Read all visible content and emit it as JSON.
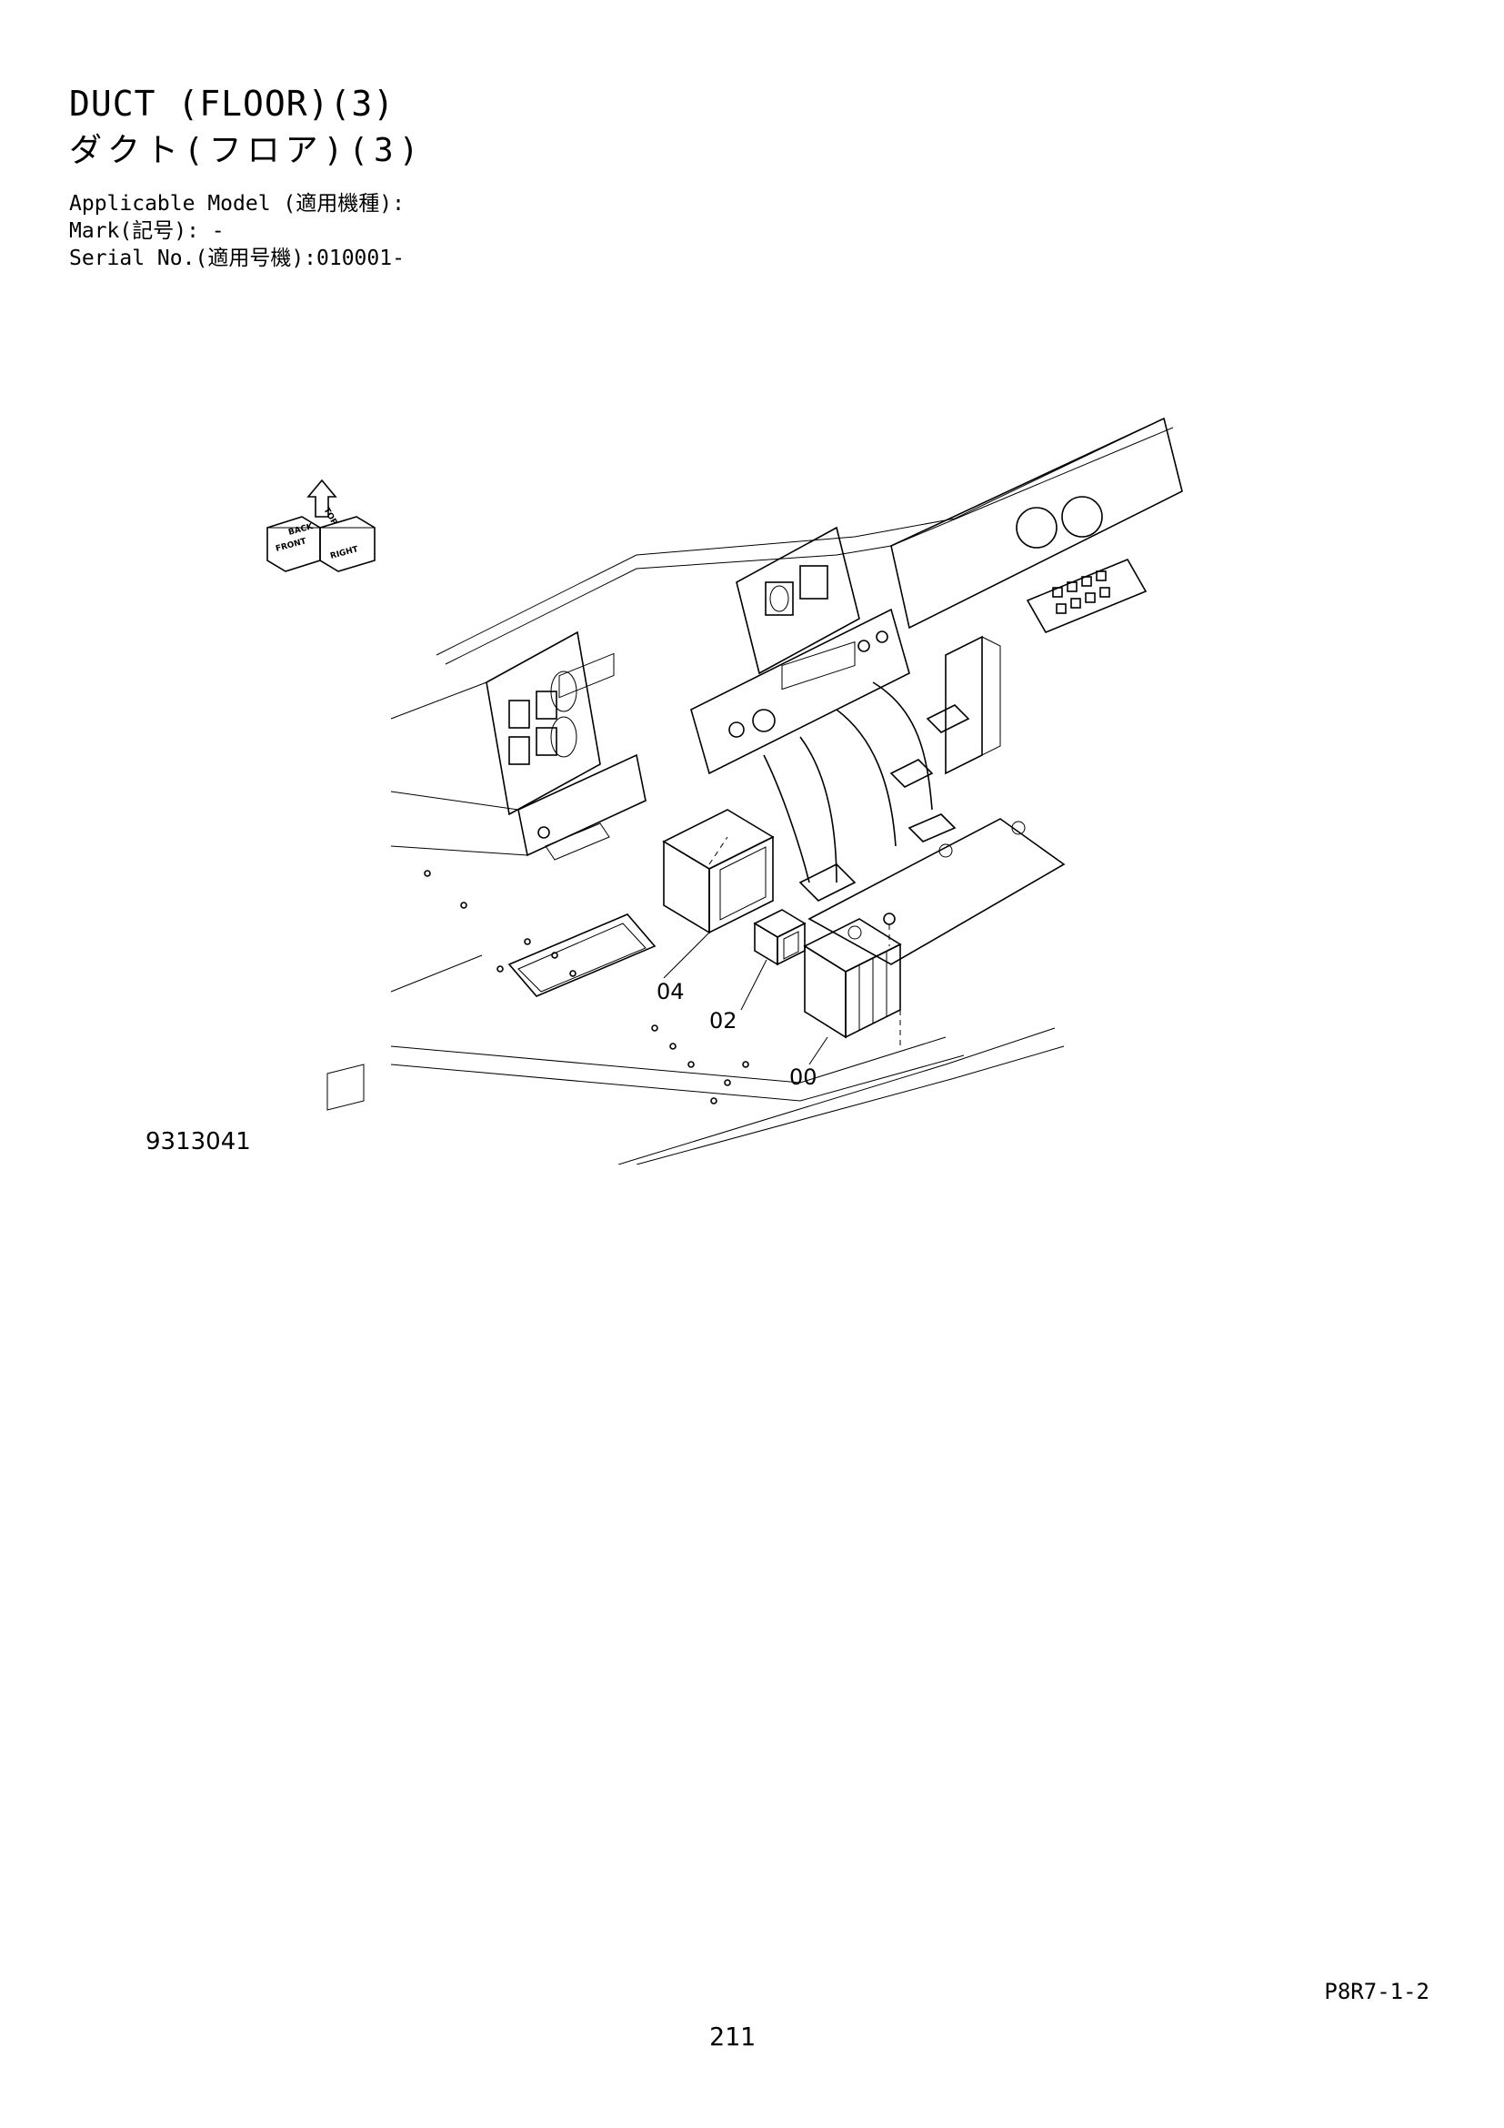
{
  "header": {
    "title_en": "DUCT (FLOOR)(3)",
    "title_jp": "ダクト(フロア)(3)",
    "applicable_model": "Applicable Model (適用機種):",
    "mark": "Mark(記号): -",
    "serial": "Serial No.(適用号機):010001-"
  },
  "figure": {
    "id": "9313041",
    "callouts": {
      "part_04": "04",
      "part_02": "02",
      "part_00": "00"
    },
    "orientation": {
      "front": "FRONT",
      "right": "RIGHT",
      "top": "TOP",
      "back": "BACK"
    }
  },
  "footer": {
    "page_code": "P8R7-1-2",
    "page_number": "211"
  }
}
